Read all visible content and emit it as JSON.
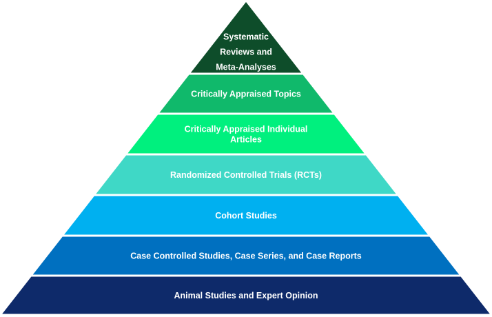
{
  "pyramid": {
    "levels": [
      {
        "lines": [
          "Systematic",
          "Reviews and",
          "Meta-Analyses"
        ],
        "color": "#0E4D2A"
      },
      {
        "lines": [
          "Critically Appraised Topics"
        ],
        "color": "#10B96B"
      },
      {
        "lines": [
          "Critically Appraised Individual",
          "Articles"
        ],
        "color": "#00F07E"
      },
      {
        "lines": [
          "Randomized Controlled Trials (RCTs)"
        ],
        "color": "#3FD8C6"
      },
      {
        "lines": [
          "Cohort Studies"
        ],
        "color": "#00B0F0"
      },
      {
        "lines": [
          "Case Controlled Studies, Case Series, and Case Reports"
        ],
        "color": "#0070C0"
      },
      {
        "lines": [
          "Animal Studies and Expert Opinion"
        ],
        "color": "#0E2A6A"
      }
    ]
  }
}
